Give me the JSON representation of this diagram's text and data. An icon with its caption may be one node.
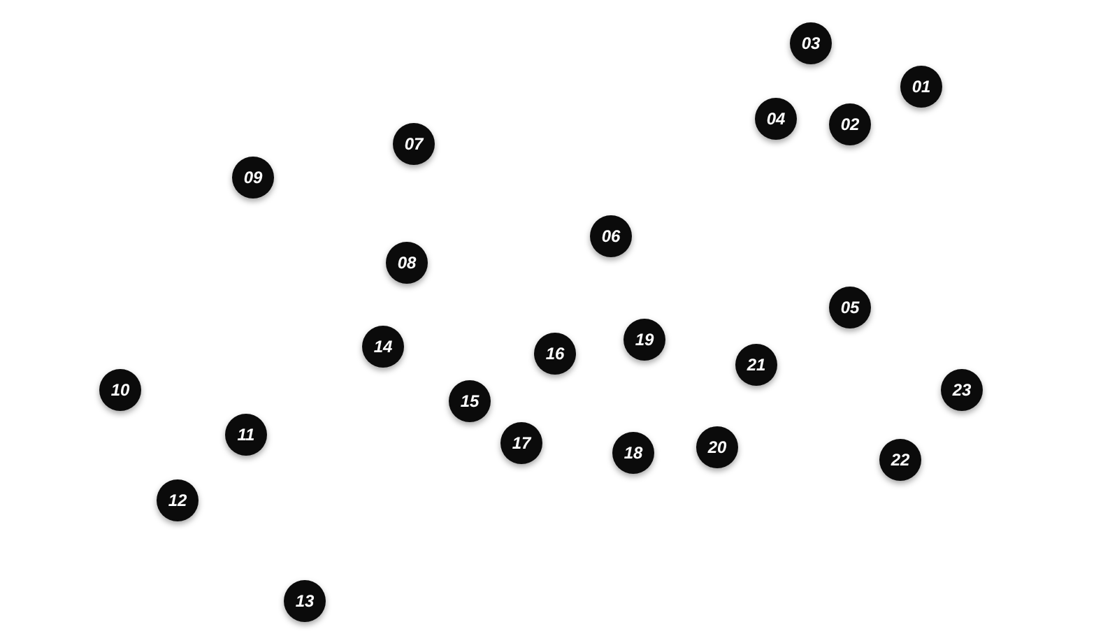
{
  "diagram": {
    "nodes": [
      {
        "text": [
          "01"
        ]
      },
      {
        "text": [
          "02"
        ]
      },
      {
        "text": [
          "03"
        ]
      },
      {
        "text": [
          "04"
        ]
      },
      {
        "text": [
          "05"
        ]
      },
      {
        "text": [
          "06"
        ]
      },
      {
        "text": [
          "07"
        ]
      },
      {
        "text": [
          "08"
        ]
      },
      {
        "text": [
          "09"
        ]
      },
      {
        "text": [
          "10"
        ]
      },
      {
        "text": [
          "11"
        ]
      },
      {
        "text": [
          "12"
        ]
      },
      {
        "text": [
          "13"
        ]
      },
      {
        "text": [
          "14"
        ]
      },
      {
        "text": [
          "15"
        ]
      },
      {
        "text": [
          "16"
        ]
      },
      {
        "text": [
          "17"
        ]
      },
      {
        "text": [
          "18"
        ]
      },
      {
        "text": [
          "19"
        ]
      },
      {
        "text": [
          "20"
        ]
      },
      {
        "text": [
          "21"
        ]
      },
      {
        "text": [
          "22"
        ]
      },
      {
        "text": [
          "23"
        ]
      }
    ]
  }
}
